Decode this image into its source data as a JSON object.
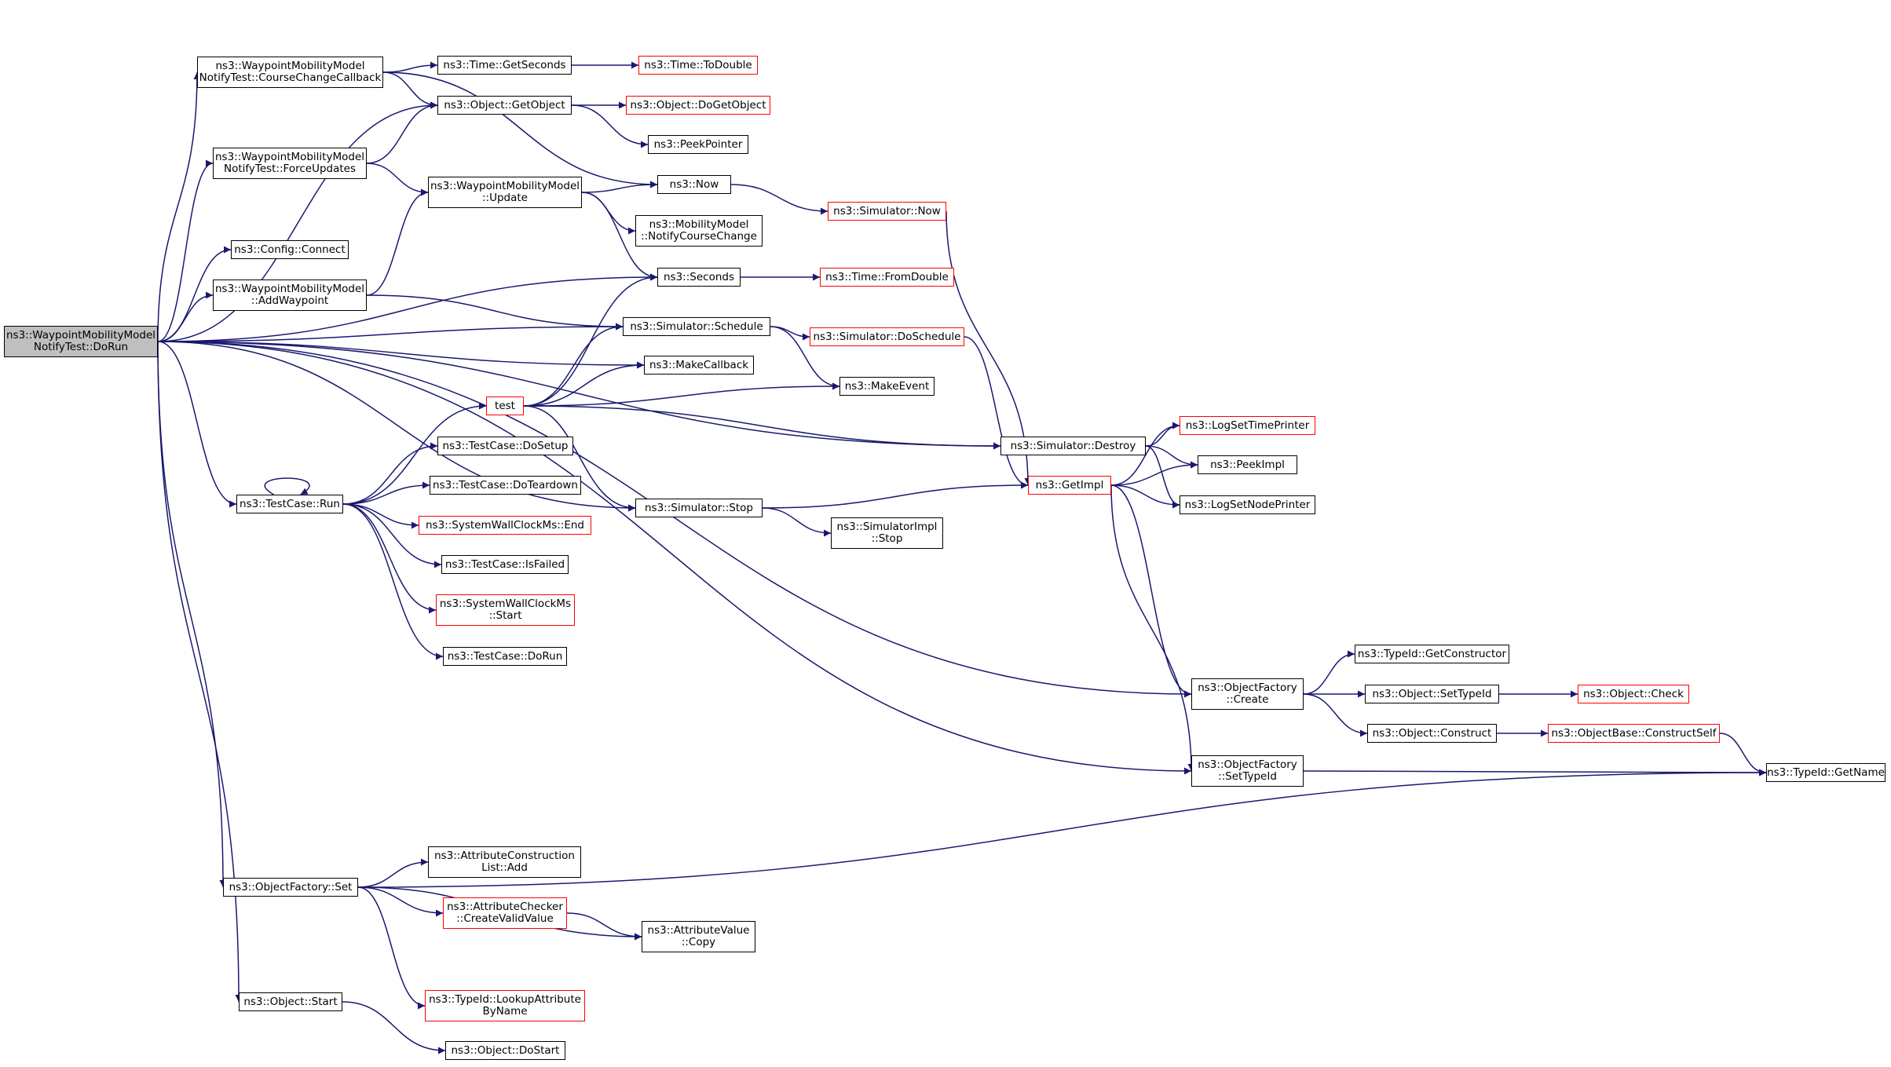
{
  "colors": {
    "edge": "#191970",
    "border": "#000000",
    "border_truncated": "#ff0000",
    "root_fill": "#bfbfbf"
  },
  "nodes": {
    "doRun": {
      "lines": [
        "ns3::WaypointMobilityModel",
        "NotifyTest::DoRun"
      ],
      "style": "root"
    },
    "courseChange": {
      "lines": [
        "ns3::WaypointMobilityModel",
        "NotifyTest::CourseChangeCallback"
      ]
    },
    "forceUpdates": {
      "lines": [
        "ns3::WaypointMobilityModel",
        "NotifyTest::ForceUpdates"
      ]
    },
    "configConnect": {
      "lines": [
        "ns3::Config::Connect"
      ]
    },
    "addWaypoint": {
      "lines": [
        "ns3::WaypointMobilityModel",
        "::AddWaypoint"
      ]
    },
    "testCaseRun": {
      "lines": [
        "ns3::TestCase::Run"
      ]
    },
    "ofSet": {
      "lines": [
        "ns3::ObjectFactory::Set"
      ]
    },
    "objStart": {
      "lines": [
        "ns3::Object::Start"
      ]
    },
    "getSeconds": {
      "lines": [
        "ns3::Time::GetSeconds"
      ]
    },
    "getObject": {
      "lines": [
        "ns3::Object::GetObject"
      ]
    },
    "wmmUpdate": {
      "lines": [
        "ns3::WaypointMobilityModel",
        "::Update"
      ]
    },
    "test": {
      "lines": [
        "test"
      ],
      "style": "red"
    },
    "doSetup": {
      "lines": [
        "ns3::TestCase::DoSetup"
      ]
    },
    "doTeardown": {
      "lines": [
        "ns3::TestCase::DoTeardown"
      ]
    },
    "swcEnd": {
      "lines": [
        "ns3::SystemWallClockMs::End"
      ],
      "style": "red"
    },
    "isFailed": {
      "lines": [
        "ns3::TestCase::IsFailed"
      ]
    },
    "swcStart": {
      "lines": [
        "ns3::SystemWallClockMs",
        "::Start"
      ],
      "style": "red"
    },
    "tcDoRun": {
      "lines": [
        "ns3::TestCase::DoRun"
      ]
    },
    "acAdd": {
      "lines": [
        "ns3::AttributeConstruction",
        "List::Add"
      ]
    },
    "acCreateValid": {
      "lines": [
        "ns3::AttributeChecker",
        "::CreateValidValue"
      ],
      "style": "red"
    },
    "lookupAttr": {
      "lines": [
        "ns3::TypeId::LookupAttribute",
        "ByName"
      ],
      "style": "red"
    },
    "objDoStart": {
      "lines": [
        "ns3::Object::DoStart"
      ]
    },
    "toDouble": {
      "lines": [
        "ns3::Time::ToDouble"
      ],
      "style": "red"
    },
    "doGetObject": {
      "lines": [
        "ns3::Object::DoGetObject"
      ],
      "style": "red"
    },
    "peekPointer": {
      "lines": [
        "ns3::PeekPointer"
      ]
    },
    "now": {
      "lines": [
        "ns3::Now"
      ]
    },
    "notifyCourse": {
      "lines": [
        "ns3::MobilityModel",
        "::NotifyCourseChange"
      ]
    },
    "seconds": {
      "lines": [
        "ns3::Seconds"
      ]
    },
    "schedule": {
      "lines": [
        "ns3::Simulator::Schedule"
      ]
    },
    "makeCallback": {
      "lines": [
        "ns3::MakeCallback"
      ]
    },
    "simStop": {
      "lines": [
        "ns3::Simulator::Stop"
      ]
    },
    "avCopy": {
      "lines": [
        "ns3::AttributeValue",
        "::Copy"
      ]
    },
    "simNow": {
      "lines": [
        "ns3::Simulator::Now"
      ],
      "style": "red"
    },
    "fromDouble": {
      "lines": [
        "ns3::Time::FromDouble"
      ],
      "style": "red"
    },
    "doSchedule": {
      "lines": [
        "ns3::Simulator::DoSchedule"
      ],
      "style": "red"
    },
    "makeEvent": {
      "lines": [
        "ns3::MakeEvent"
      ]
    },
    "simImplStop": {
      "lines": [
        "ns3::SimulatorImpl",
        "::Stop"
      ]
    },
    "simDestroy": {
      "lines": [
        "ns3::Simulator::Destroy"
      ]
    },
    "getImpl": {
      "lines": [
        "ns3::GetImpl"
      ],
      "style": "red"
    },
    "logTime": {
      "lines": [
        "ns3::LogSetTimePrinter"
      ],
      "style": "red"
    },
    "peekImpl": {
      "lines": [
        "ns3::PeekImpl"
      ]
    },
    "logNode": {
      "lines": [
        "ns3::LogSetNodePrinter"
      ]
    },
    "ofCreate": {
      "lines": [
        "ns3::ObjectFactory",
        "::Create"
      ]
    },
    "ofSetTypeId": {
      "lines": [
        "ns3::ObjectFactory",
        "::SetTypeId"
      ]
    },
    "getConstructor": {
      "lines": [
        "ns3::TypeId::GetConstructor"
      ]
    },
    "objSetTypeId": {
      "lines": [
        "ns3::Object::SetTypeId"
      ]
    },
    "objConstruct": {
      "lines": [
        "ns3::Object::Construct"
      ]
    },
    "objCheck": {
      "lines": [
        "ns3::Object::Check"
      ],
      "style": "red"
    },
    "constructSelf": {
      "lines": [
        "ns3::ObjectBase::ConstructSelf"
      ],
      "style": "red"
    },
    "getName": {
      "lines": [
        "ns3::TypeId::GetName"
      ]
    }
  },
  "edges": [
    [
      "doRun",
      "courseChange"
    ],
    [
      "doRun",
      "forceUpdates"
    ],
    [
      "doRun",
      "configConnect"
    ],
    [
      "doRun",
      "addWaypoint"
    ],
    [
      "doRun",
      "testCaseRun"
    ],
    [
      "doRun",
      "ofSet"
    ],
    [
      "doRun",
      "objStart"
    ],
    [
      "doRun",
      "getObject"
    ],
    [
      "doRun",
      "seconds"
    ],
    [
      "doRun",
      "schedule"
    ],
    [
      "doRun",
      "makeCallback"
    ],
    [
      "doRun",
      "simStop"
    ],
    [
      "doRun",
      "simDestroy"
    ],
    [
      "doRun",
      "ofCreate"
    ],
    [
      "doRun",
      "ofSetTypeId"
    ],
    [
      "courseChange",
      "getSeconds"
    ],
    [
      "courseChange",
      "getObject"
    ],
    [
      "courseChange",
      "now"
    ],
    [
      "forceUpdates",
      "getObject"
    ],
    [
      "forceUpdates",
      "wmmUpdate"
    ],
    [
      "addWaypoint",
      "wmmUpdate"
    ],
    [
      "addWaypoint",
      "schedule"
    ],
    [
      "testCaseRun",
      "testCaseRun"
    ],
    [
      "testCaseRun",
      "test"
    ],
    [
      "testCaseRun",
      "doSetup"
    ],
    [
      "testCaseRun",
      "doTeardown"
    ],
    [
      "testCaseRun",
      "swcEnd"
    ],
    [
      "testCaseRun",
      "isFailed"
    ],
    [
      "testCaseRun",
      "swcStart"
    ],
    [
      "testCaseRun",
      "tcDoRun"
    ],
    [
      "ofSet",
      "acAdd"
    ],
    [
      "ofSet",
      "acCreateValid"
    ],
    [
      "ofSet",
      "avCopy"
    ],
    [
      "ofSet",
      "lookupAttr"
    ],
    [
      "ofSet",
      "getName"
    ],
    [
      "objStart",
      "objDoStart"
    ],
    [
      "getSeconds",
      "toDouble"
    ],
    [
      "getObject",
      "doGetObject"
    ],
    [
      "getObject",
      "peekPointer"
    ],
    [
      "wmmUpdate",
      "now"
    ],
    [
      "wmmUpdate",
      "notifyCourse"
    ],
    [
      "wmmUpdate",
      "seconds"
    ],
    [
      "test",
      "seconds"
    ],
    [
      "test",
      "schedule"
    ],
    [
      "test",
      "makeCallback"
    ],
    [
      "test",
      "makeEvent"
    ],
    [
      "test",
      "simStop"
    ],
    [
      "test",
      "simDestroy"
    ],
    [
      "acCreateValid",
      "avCopy"
    ],
    [
      "now",
      "simNow"
    ],
    [
      "simNow",
      "getImpl"
    ],
    [
      "seconds",
      "fromDouble"
    ],
    [
      "schedule",
      "doSchedule"
    ],
    [
      "schedule",
      "makeEvent"
    ],
    [
      "doSchedule",
      "getImpl"
    ],
    [
      "simStop",
      "getImpl"
    ],
    [
      "simStop",
      "simImplStop"
    ],
    [
      "simDestroy",
      "logTime"
    ],
    [
      "simDestroy",
      "peekImpl"
    ],
    [
      "simDestroy",
      "logNode"
    ],
    [
      "getImpl",
      "logTime"
    ],
    [
      "getImpl",
      "peekImpl"
    ],
    [
      "getImpl",
      "logNode"
    ],
    [
      "getImpl",
      "ofCreate"
    ],
    [
      "getImpl",
      "ofSetTypeId"
    ],
    [
      "ofCreate",
      "getConstructor"
    ],
    [
      "ofCreate",
      "objSetTypeId"
    ],
    [
      "ofCreate",
      "objConstruct"
    ],
    [
      "objSetTypeId",
      "objCheck"
    ],
    [
      "objConstruct",
      "constructSelf"
    ],
    [
      "constructSelf",
      "getName"
    ],
    [
      "ofSetTypeId",
      "getName"
    ]
  ]
}
